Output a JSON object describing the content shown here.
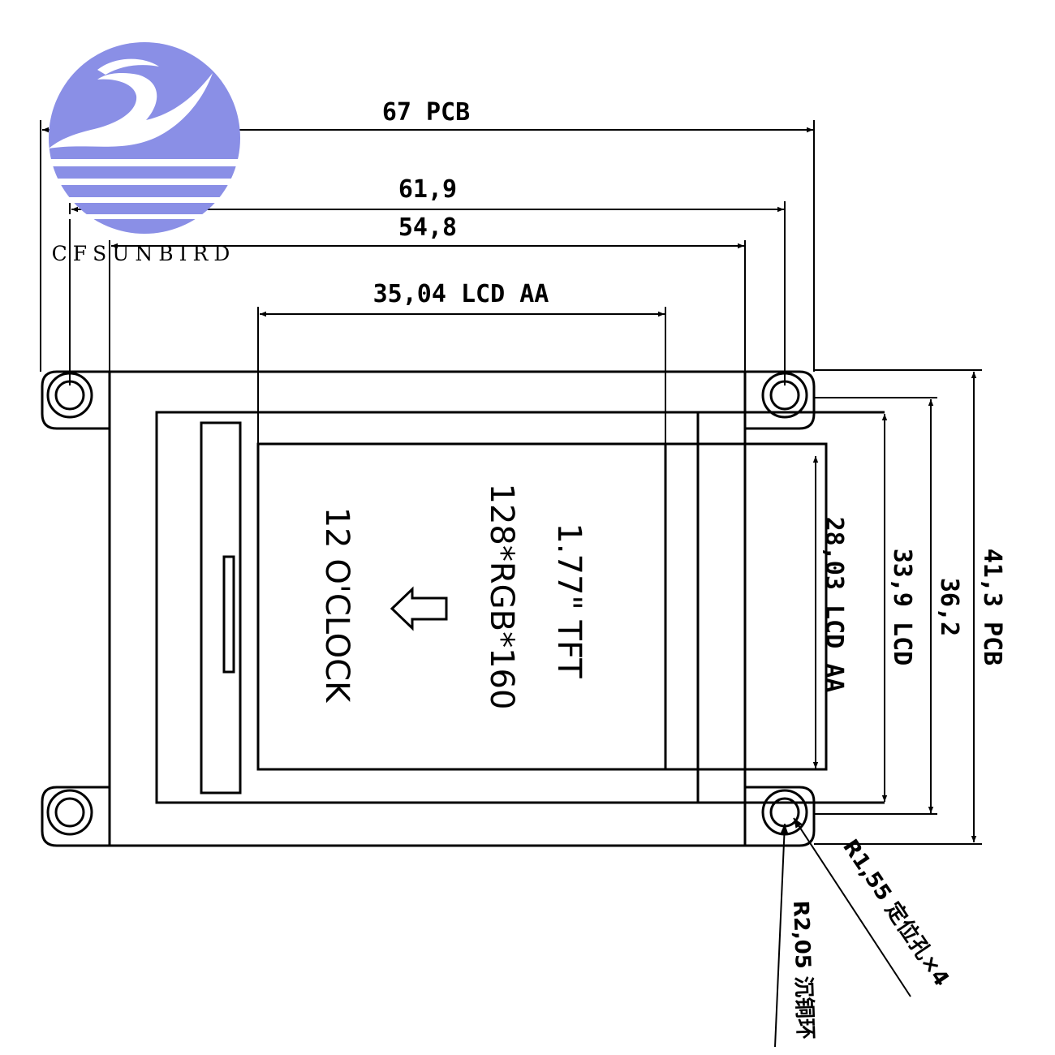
{
  "logo": {
    "brand_text": "CFSUNBIRD",
    "circle_color": "#8a8fe6",
    "icon": "sunbird-logo-icon"
  },
  "dimensions": {
    "pcb_width": "67 PCB",
    "width_619": "61,9",
    "width_548": "54,8",
    "lcd_aa_width": "35,04 LCD AA",
    "lcd_aa_height": "28,03 LCD AA",
    "lcd_height": "33,9 LCD",
    "height_362": "36,2",
    "pcb_height": "41,3 PCB"
  },
  "lcd_label": {
    "line1": "1.77\" TFT",
    "line2": "128*RGB*160",
    "line3": "12 O'CLOCK",
    "arrow_icon": "arrow-left-icon"
  },
  "hole_notes": {
    "positioning_hole": "R1,55 定位孔×4",
    "copper_ring": "R2,05 沉铜环"
  }
}
